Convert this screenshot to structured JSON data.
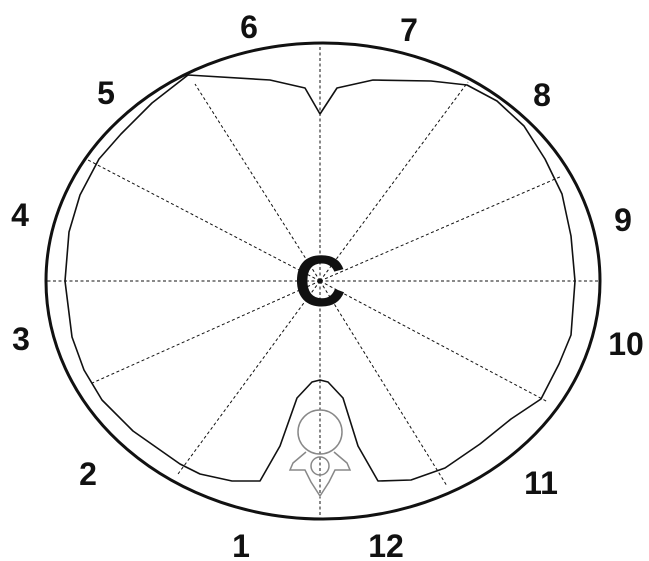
{
  "center_label": "C",
  "segment_labels": [
    "1",
    "2",
    "3",
    "4",
    "5",
    "6",
    "7",
    "8",
    "9",
    "10",
    "11",
    "12"
  ],
  "colors": {
    "outline": "#111111",
    "spine": "#888888",
    "background": "#ffffff"
  }
}
